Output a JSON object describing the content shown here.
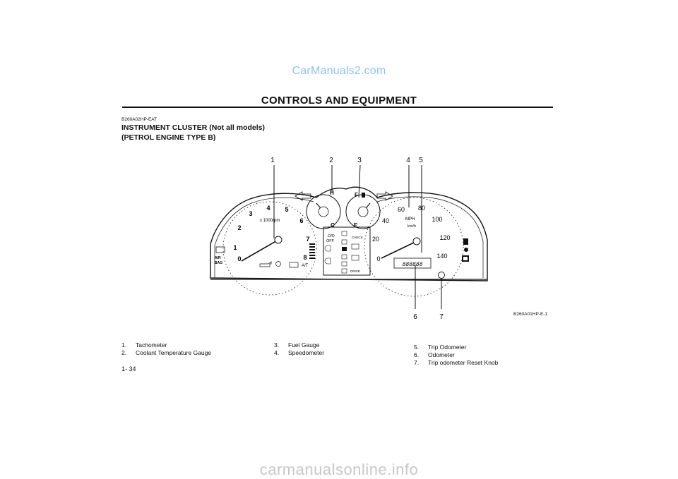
{
  "watermark_top": "CarManuals2.com",
  "header": "CONTROLS AND EQUIPMENT",
  "doc_code": "B260A02HP-EAT",
  "title_lines": [
    "INSTRUMENT CLUSTER (Not all models)",
    "(PETROL ENGINE TYPE B)"
  ],
  "callouts": [
    "1",
    "2",
    "3",
    "4",
    "5",
    "6",
    "7"
  ],
  "figure_code": "B260A01HP-E-1",
  "tachometer": {
    "numbers": [
      "0",
      "1",
      "2",
      "3",
      "4",
      "5",
      "6",
      "7",
      "8"
    ],
    "unit": "x 1000rpm"
  },
  "temp_gauge": {
    "high": "H",
    "low": "C"
  },
  "fuel_gauge": {
    "full": "F",
    "empty": "E"
  },
  "speedometer": {
    "numbers": [
      "0",
      "20",
      "40",
      "60",
      "80",
      "100",
      "120",
      "140"
    ],
    "unit_main": "MPH",
    "unit_sub": "km/h",
    "odometer_display": "888888"
  },
  "indicator_panel": {
    "od_off": "O/D\nOFF",
    "check": "CHECK",
    "drive": "DRIVE"
  },
  "airbag": "AIR\nBAG",
  "at_label": "A/T",
  "legend_col1": [
    {
      "num": "1.",
      "text": "Tachometer"
    },
    {
      "num": "2.",
      "text": "Coolant Temperature Gauge"
    }
  ],
  "legend_col2": [
    {
      "num": "3.",
      "text": "Fuel Gauge"
    },
    {
      "num": "4.",
      "text": "Speedometer"
    }
  ],
  "legend_col3": [
    {
      "num": "5.",
      "text": "Trip Odometer"
    },
    {
      "num": "6.",
      "text": "Odometer"
    },
    {
      "num": "7.",
      "text": "Trip odometer Reset Knob"
    }
  ],
  "page_number": "1- 34",
  "watermark_bottom": "carmanualsonline.info"
}
